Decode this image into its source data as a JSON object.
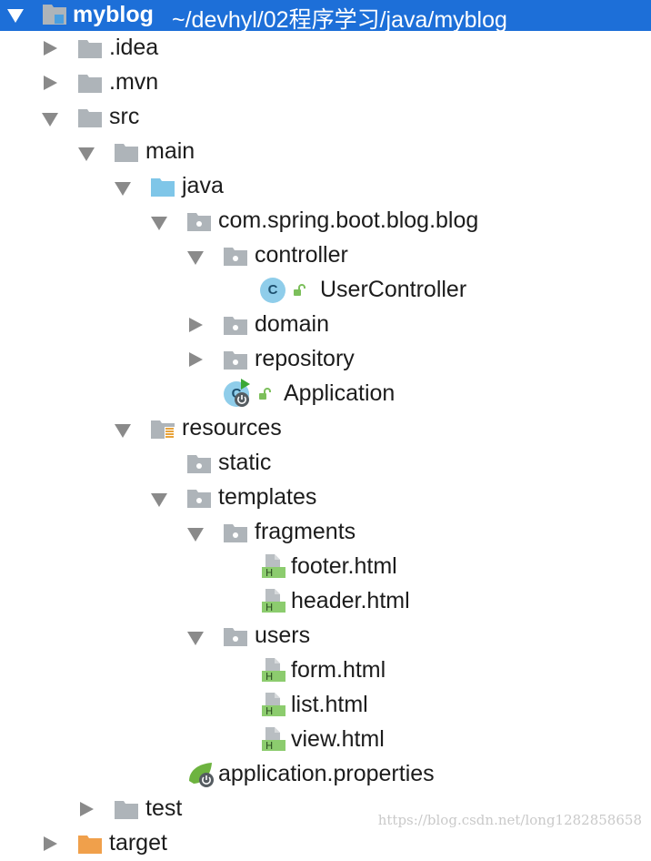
{
  "project": {
    "name": "myblog",
    "path": "~/devhyl/02程序学习/java/myblog"
  },
  "tree": {
    "idea": ".idea",
    "mvn": ".mvn",
    "src": "src",
    "main": "main",
    "java": "java",
    "package": "com.spring.boot.blog.blog",
    "controller": "controller",
    "user_controller": "UserController",
    "class_badge": "C",
    "domain": "domain",
    "repository": "repository",
    "application": "Application",
    "resources": "resources",
    "static": "static",
    "templates": "templates",
    "fragments": "fragments",
    "footer": "footer.html",
    "header": "header.html",
    "users": "users",
    "form": "form.html",
    "list": "list.html",
    "view": "view.html",
    "application_properties": "application.properties",
    "test": "test",
    "target": "target",
    "html_badge": "H"
  },
  "watermark": "https://blog.csdn.net/long1282858658",
  "colors": {
    "selection": "#1d6fd8",
    "folder": "#aeb4b9",
    "source_folder": "#7fc6e8",
    "html_badge": "#8ccc6e",
    "excluded_folder": "#f0a04b"
  }
}
